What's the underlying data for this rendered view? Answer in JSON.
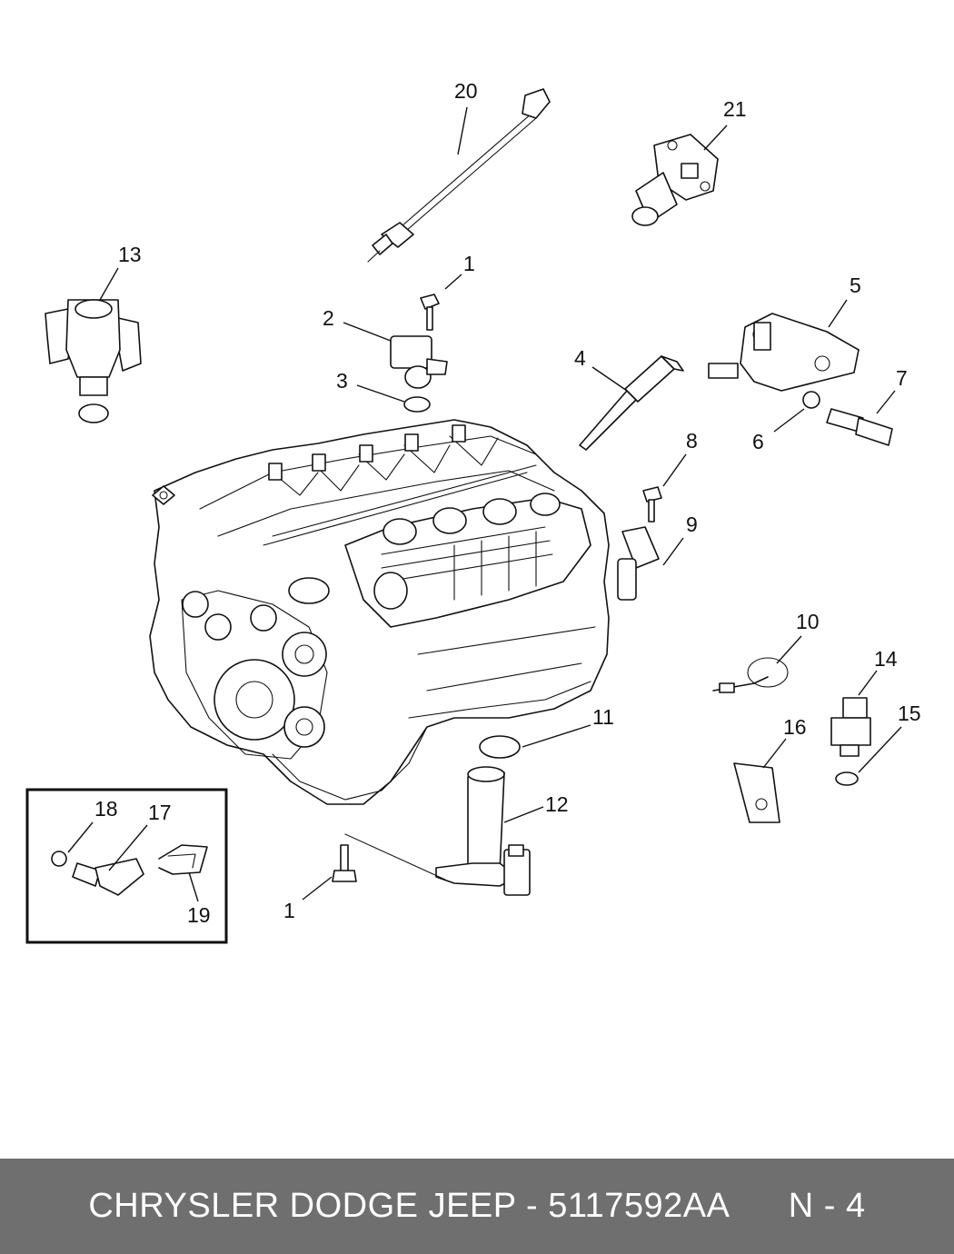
{
  "diagram": {
    "callouts": {
      "c1a": "1",
      "c1b": "1",
      "c2": "2",
      "c3": "3",
      "c4": "4",
      "c5": "5",
      "c6": "6",
      "c7": "7",
      "c8": "8",
      "c9": "9",
      "c10": "10",
      "c11": "11",
      "c12": "12",
      "c13": "13",
      "c14": "14",
      "c15": "15",
      "c16": "16",
      "c17": "17",
      "c18": "18",
      "c19": "19",
      "c20": "20",
      "c21": "21"
    }
  },
  "footer": {
    "part_info": "CHRYSLER DODGE JEEP - 5117592AA",
    "page_ref": "N - 4"
  }
}
